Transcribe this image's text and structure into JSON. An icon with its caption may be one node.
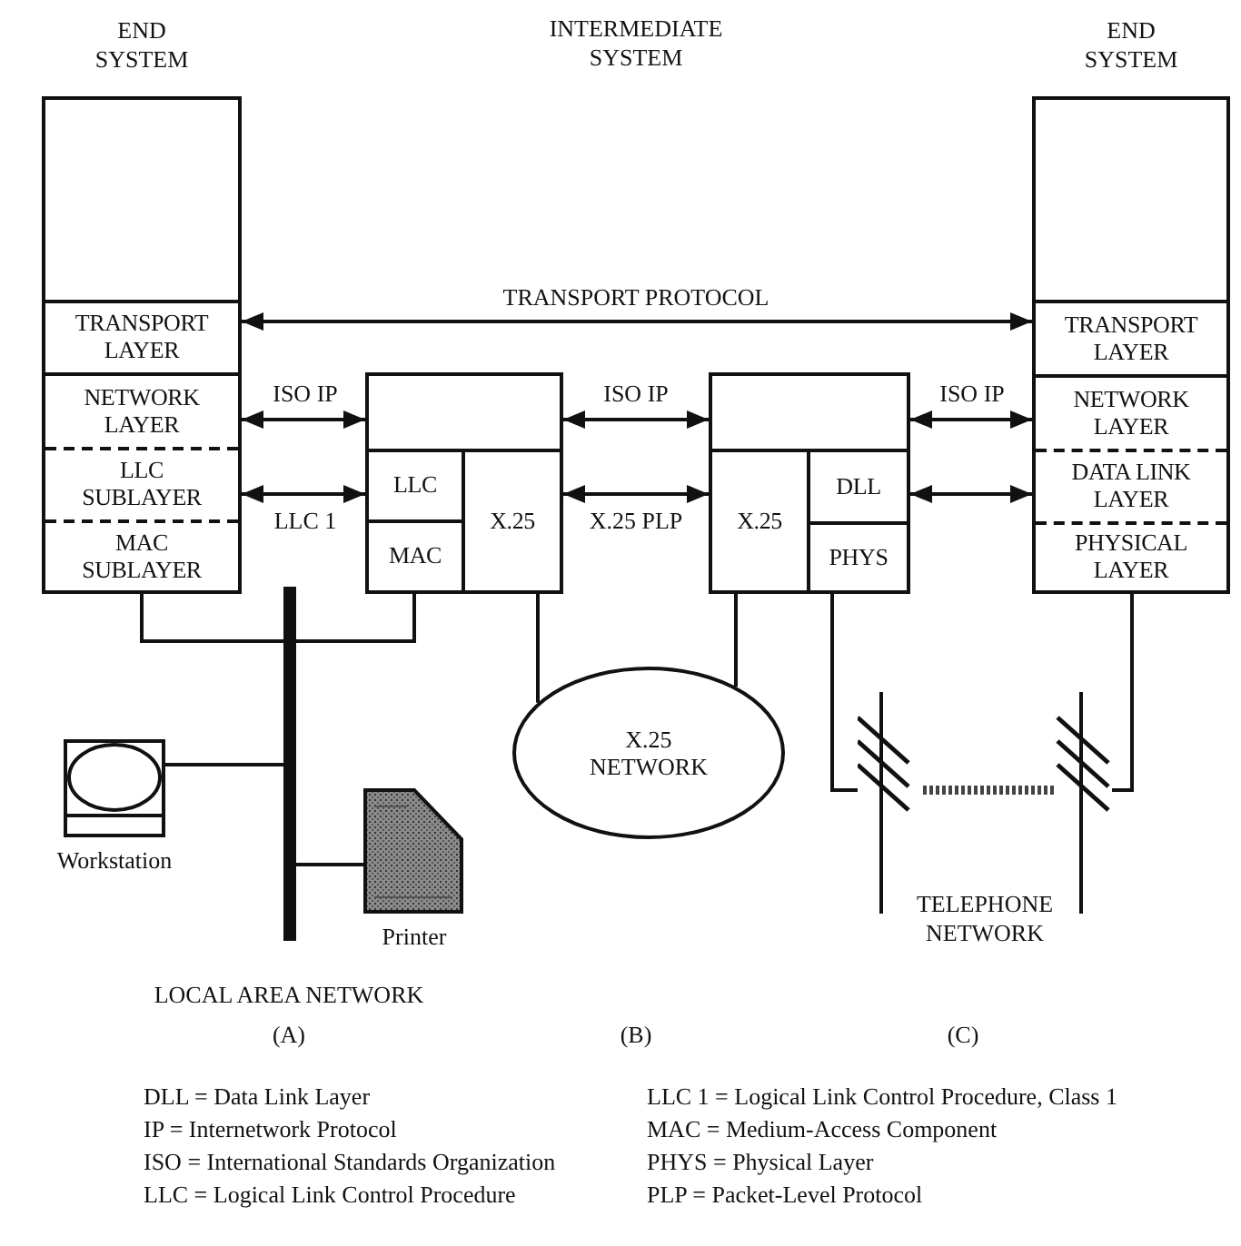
{
  "diagram": {
    "nodes": [
      {
        "text": [
          "END SYSTEM"
        ]
      },
      {
        "text": [
          "TRANSPORT LAYER"
        ],
        "in": 0
      },
      {
        "text": [
          "NETWORK LAYER"
        ],
        "in": 0
      },
      {
        "text": [
          "LLC SUBLAYER"
        ],
        "in": 0
      },
      {
        "text": [
          "MAC SUBLAYER"
        ],
        "in": 0
      },
      {
        "text": [],
        "shape": "box"
      },
      {
        "text": [
          "LLC"
        ],
        "in": 5
      },
      {
        "text": [
          "MAC"
        ],
        "in": 5
      },
      {
        "text": [
          "X.25"
        ],
        "in": 5
      },
      {
        "text": [],
        "shape": "box"
      },
      {
        "text": [
          "X.25"
        ],
        "in": 9
      },
      {
        "text": [
          "DLL"
        ],
        "in": 9
      },
      {
        "text": [
          "PHYS"
        ],
        "in": 9
      },
      {
        "text": [
          "END SYSTEM"
        ]
      },
      {
        "text": [
          "TRANSPORT LAYER"
        ],
        "in": 13
      },
      {
        "text": [
          "NETWORK LAYER"
        ],
        "in": 13
      },
      {
        "text": [
          "DATA LINK LAYER"
        ],
        "in": 13
      },
      {
        "text": [
          "PHYSICAL LAYER"
        ],
        "in": 13
      },
      {
        "text": [
          "X.25 NETWORK"
        ]
      },
      {
        "text": [],
        "shape": "picture",
        "beside": [
          "Workstation"
        ]
      },
      {
        "text": [],
        "shape": "picture",
        "beside": [
          "Printer"
        ]
      },
      {
        "text": [],
        "shape": "bar"
      },
      {
        "text": [
          "TELEPHONE NETWORK"
        ]
      }
    ],
    "edges": [
      {
        "from": 1,
        "to": 14,
        "arrow": "both",
        "label": "TRANSPORT PROTOCOL"
      },
      {
        "from": 2,
        "to": 5,
        "arrow": "both",
        "label": "ISO IP"
      },
      {
        "from": 3,
        "to": 6,
        "arrow": "both",
        "label": "LLC 1"
      },
      {
        "from": 5,
        "to": 9,
        "arrow": "both",
        "label": "ISO IP"
      },
      {
        "from": 8,
        "to": 10,
        "arrow": "both",
        "label": "X.25 PLP"
      },
      {
        "from": 9,
        "to": 15,
        "arrow": "both",
        "label": "ISO IP"
      },
      {
        "from": 11,
        "to": 16,
        "arrow": "both"
      },
      {
        "from": 4,
        "to": 21,
        "arrow": "none"
      },
      {
        "from": 7,
        "to": 21,
        "arrow": "none"
      },
      {
        "from": 19,
        "to": 21,
        "arrow": "none"
      },
      {
        "from": 21,
        "to": 20,
        "arrow": "none"
      },
      {
        "from": 8,
        "to": 18,
        "arrow": "none"
      },
      {
        "from": 10,
        "to": 18,
        "arrow": "none"
      },
      {
        "from": 12,
        "to": 22,
        "arrow": "none"
      },
      {
        "from": 17,
        "to": 22,
        "arrow": "none"
      }
    ],
    "labels": [
      "INTERMEDIATE SYSTEM",
      "LOCAL AREA NETWORK",
      "(A)",
      "(B)",
      "(C)",
      "DLL = Data Link Layer",
      "LLC 1 = Logical Link Control Procedure, Class 1",
      "IP = Internetwork Protocol",
      "MAC = Medium-Access Component",
      "ISO = International Standards Organization",
      "PHYS = Physical Layer",
      "LLC = Logical Link Control Procedure",
      "PLP = Packet-Level Protocol"
    ]
  }
}
